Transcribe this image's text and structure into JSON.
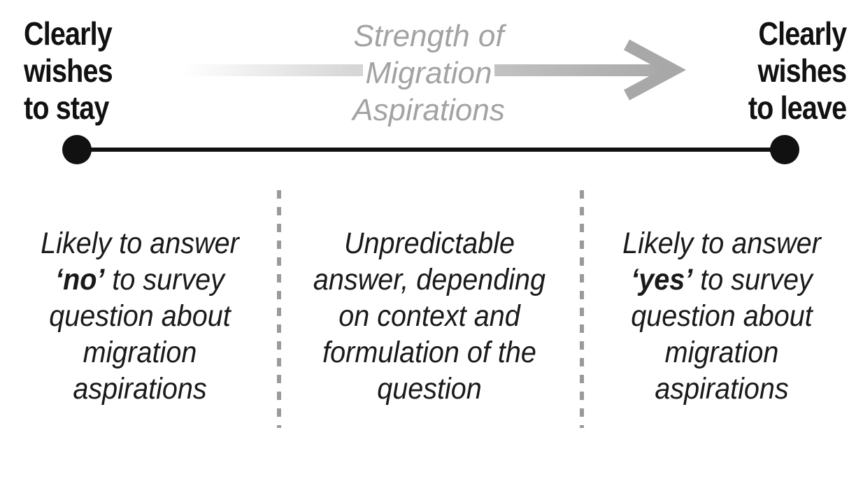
{
  "diagram": {
    "axis_title_lines": [
      "Strength of",
      "Migration",
      "Aspirations"
    ],
    "left_end": {
      "lines": [
        "Clearly",
        "wishes",
        "to stay"
      ]
    },
    "right_end": {
      "lines": [
        "Clearly",
        "wishes",
        "to leave"
      ]
    },
    "zones": [
      {
        "line1": "Likely to answer",
        "emph": "‘no’",
        "line2_rest": " to survey",
        "line3": "question about",
        "line4": "migration",
        "line5": "aspirations"
      },
      {
        "line1": "Unpredictable",
        "line2": "answer, depending",
        "line3": "on context and",
        "line4": "formulation of the",
        "line5": "question"
      },
      {
        "line1": "Likely to answer",
        "emph": "‘yes’",
        "line2_rest": " to survey",
        "line3": "question about",
        "line4": "migration",
        "line5": "aspirations"
      }
    ],
    "colors": {
      "line": "#111111",
      "arrow": "#a8a8a8",
      "axis_title": "#a3a3a3",
      "divider": "#9a9a9a"
    }
  }
}
